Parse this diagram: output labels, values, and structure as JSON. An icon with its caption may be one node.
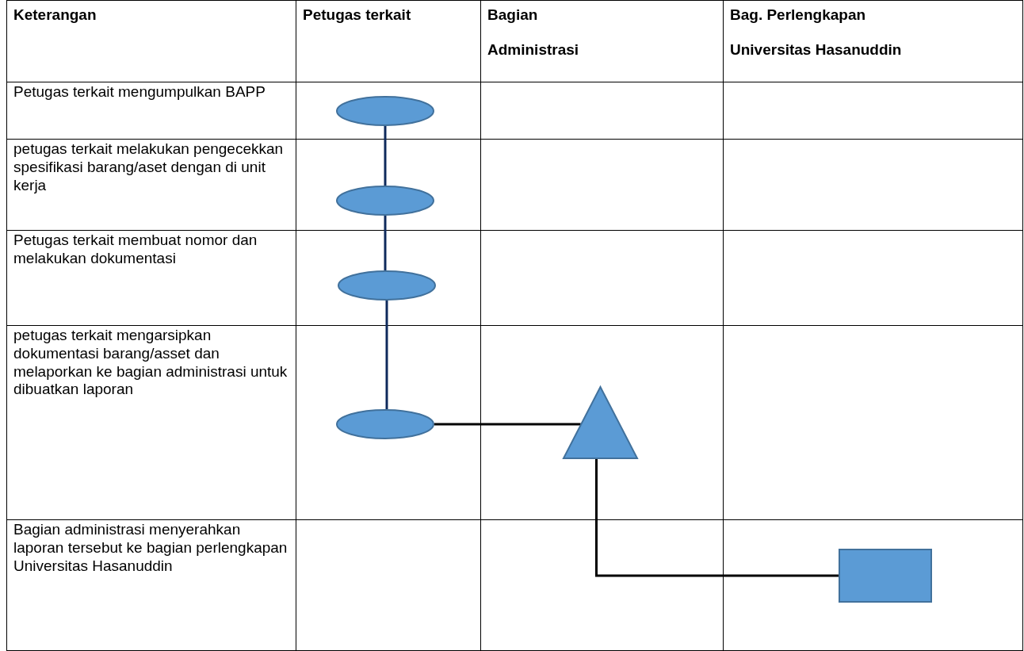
{
  "diagram": {
    "nodes": [
      {
        "text": [],
        "shape": "ellipse"
      },
      {
        "text": [],
        "shape": "ellipse"
      },
      {
        "text": [],
        "shape": "ellipse"
      },
      {
        "text": [],
        "shape": "ellipse"
      },
      {
        "text": [],
        "shape": "triangle"
      },
      {
        "text": [],
        "shape": "box"
      }
    ],
    "edges": [
      {
        "from": 0,
        "to": 1,
        "arrow": "none"
      },
      {
        "from": 1,
        "to": 2,
        "arrow": "none"
      },
      {
        "from": 2,
        "to": 3,
        "arrow": "none"
      },
      {
        "from": 3,
        "to": 4,
        "arrow": "none",
        "color": "#000000"
      },
      {
        "from": 4,
        "to": 5,
        "arrow": "none",
        "color": "#000000"
      }
    ],
    "labels": [
      "Keterangan",
      "Petugas terkait",
      "Bagian Administrasi",
      "Bag. Perlengkapan Universitas Hasanuddin",
      "Petugas terkait mengumpulkan BAPP",
      "petugas terkait melakukan pengecekkan spesifikasi barang/aset dengan di unit kerja",
      "Petugas terkait membuat nomor dan melakukan dokumentasi",
      "petugas terkait mengarsipkan dokumentasi barang/asset dan melaporkan ke bagian administrasi untuk dibuatkan laporan",
      "Bagian administrasi menyerahkan laporan tersebut ke bagian perlengkapan Universitas Hasanuddin"
    ]
  }
}
